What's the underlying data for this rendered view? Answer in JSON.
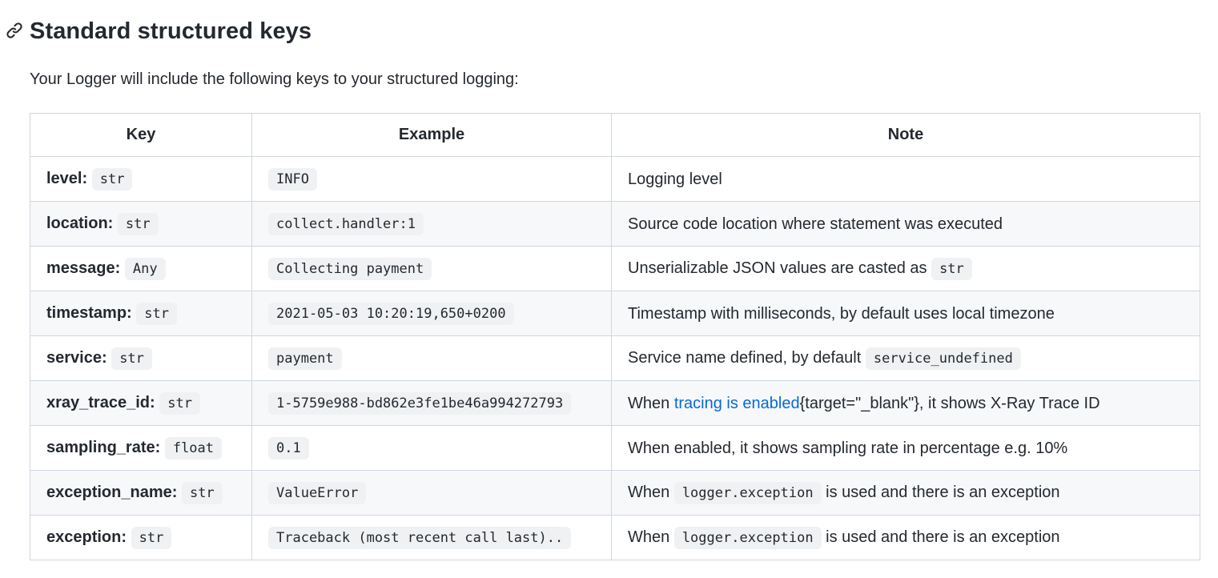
{
  "heading": {
    "text": "Standard structured keys",
    "icon": "link-icon"
  },
  "intro": "Your Logger will include the following keys to your structured logging:",
  "colors": {
    "text": "#24292f",
    "border": "#d0d7de",
    "row_stripe": "#f6f8fa",
    "code_badge_bg": "#eff1f3",
    "link": "#0969da"
  },
  "table": {
    "headers": [
      "Key",
      "Example",
      "Note"
    ],
    "rows": [
      {
        "key_name": "level:",
        "key_type": "str",
        "example": "INFO",
        "note": [
          {
            "t": "text",
            "v": "Logging level"
          }
        ]
      },
      {
        "key_name": "location:",
        "key_type": "str",
        "example": "collect.handler:1",
        "note": [
          {
            "t": "text",
            "v": "Source code location where statement was executed"
          }
        ]
      },
      {
        "key_name": "message:",
        "key_type": "Any",
        "example": "Collecting payment",
        "note": [
          {
            "t": "text",
            "v": "Unserializable JSON values are casted as "
          },
          {
            "t": "code",
            "v": "str"
          }
        ]
      },
      {
        "key_name": "timestamp:",
        "key_type": "str",
        "example": "2021-05-03 10:20:19,650+0200",
        "note": [
          {
            "t": "text",
            "v": "Timestamp with milliseconds, by default uses local timezone"
          }
        ]
      },
      {
        "key_name": "service:",
        "key_type": "str",
        "example": "payment",
        "note": [
          {
            "t": "text",
            "v": "Service name defined, by default "
          },
          {
            "t": "code",
            "v": "service_undefined"
          }
        ]
      },
      {
        "key_name": "xray_trace_id:",
        "key_type": "str",
        "example": "1-5759e988-bd862e3fe1be46a994272793",
        "note": [
          {
            "t": "text",
            "v": "When "
          },
          {
            "t": "link",
            "v": "tracing is enabled"
          },
          {
            "t": "text",
            "v": "{target=\"_blank\"}, it shows X-Ray Trace ID"
          }
        ]
      },
      {
        "key_name": "sampling_rate:",
        "key_type": "float",
        "example": "0.1",
        "note": [
          {
            "t": "text",
            "v": "When enabled, it shows sampling rate in percentage e.g. 10%"
          }
        ]
      },
      {
        "key_name": "exception_name:",
        "key_type": "str",
        "example": "ValueError",
        "note": [
          {
            "t": "text",
            "v": "When "
          },
          {
            "t": "code",
            "v": "logger.exception"
          },
          {
            "t": "text",
            "v": " is used and there is an exception"
          }
        ]
      },
      {
        "key_name": "exception:",
        "key_type": "str",
        "example": "Traceback (most recent call last)..",
        "note": [
          {
            "t": "text",
            "v": "When "
          },
          {
            "t": "code",
            "v": "logger.exception"
          },
          {
            "t": "text",
            "v": " is used and there is an exception"
          }
        ]
      }
    ]
  }
}
